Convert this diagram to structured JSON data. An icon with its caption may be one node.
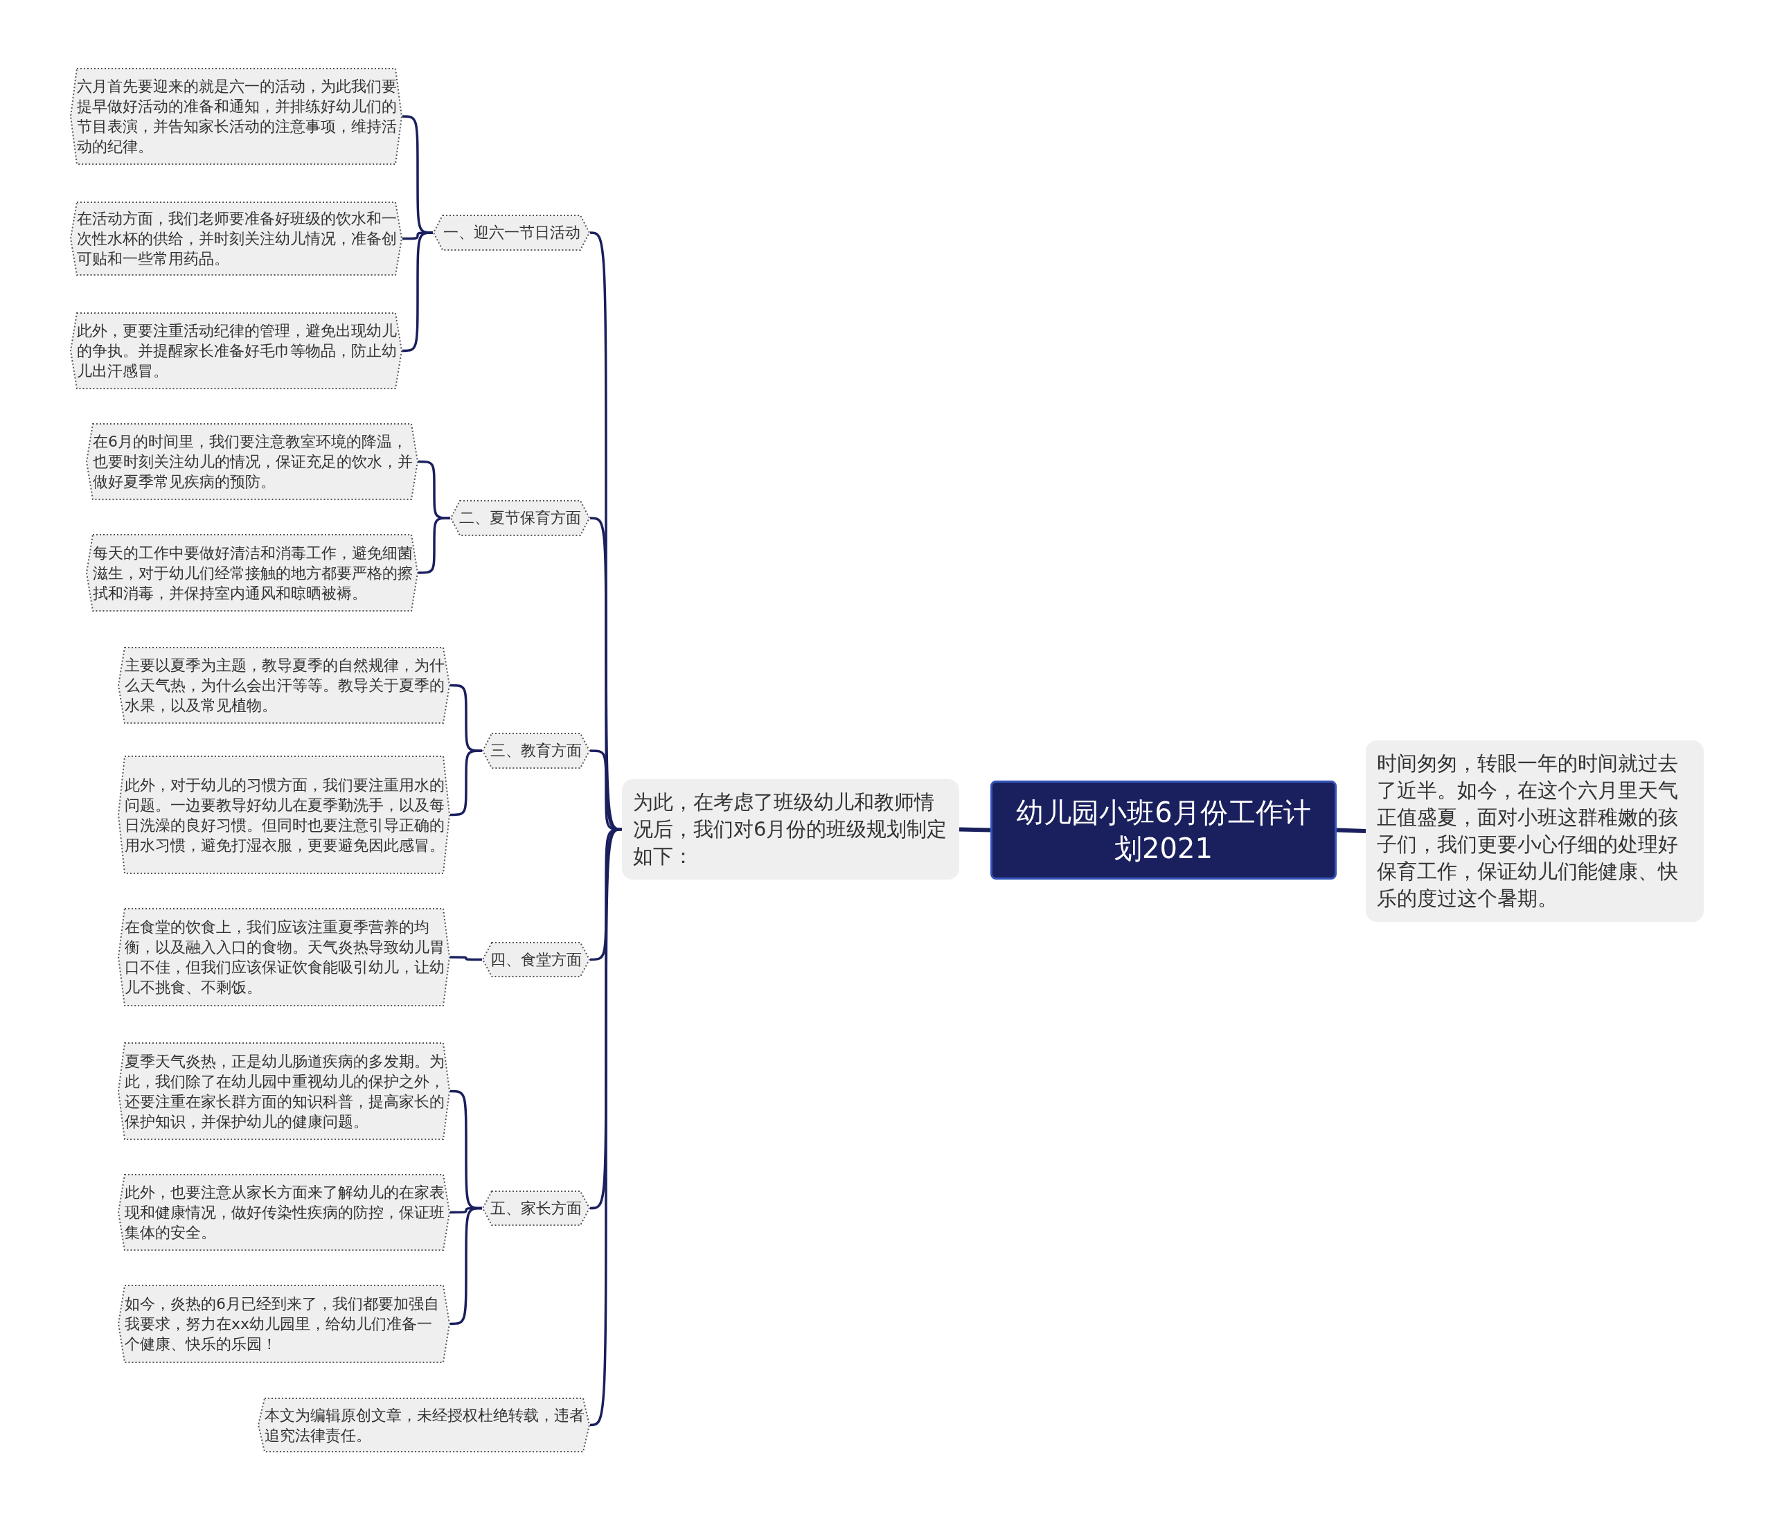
{
  "diagram": {
    "nodes": [
      {
        "text": [
          "幼儿园小班6月份工作计划2021"
        ]
      },
      {
        "text": [
          "时间匆匆，转眼一年的时间就过去了近半。如今，在这个六月里天气正值盛夏，面对小班这群稚嫩的孩子们，我们更要小心仔细的处理好保育工作，保证幼儿们能健康、快乐的度过这个暑期。"
        ]
      },
      {
        "text": [
          "为此，在考虑了班级幼儿和教师情况后，我们对6月份的班级规划制定如下："
        ]
      },
      {
        "text": [
          "一、迎六一节日活动"
        ]
      },
      {
        "text": [
          "六月首先要迎来的就是六一的活动，为此我们要提早做好活动的准备和通知，并排练好幼儿们的节目表演，并告知家长活动的注意事项，维持活动的纪律。"
        ]
      },
      {
        "text": [
          "在活动方面，我们老师要准备好班级的饮水和一次性水杯的供给，并时刻关注幼儿情况，准备创可贴和一些常用药品。"
        ]
      },
      {
        "text": [
          "此外，更要注重活动纪律的管理，避免出现幼儿的争执。并提醒家长准备好毛巾等物品，防止幼儿出汗感冒。"
        ]
      },
      {
        "text": [
          "二、夏节保育方面"
        ]
      },
      {
        "text": [
          "在6月的时间里，我们要注意教室环境的降温，也要时刻关注幼儿的情况，保证充足的饮水，并做好夏季常见疾病的预防。"
        ]
      },
      {
        "text": [
          "每天的工作中要做好清洁和消毒工作，避免细菌滋生，对于幼儿们经常接触的地方都要严格的擦拭和消毒，并保持室内通风和晾晒被褥。"
        ]
      },
      {
        "text": [
          "三、教育方面"
        ]
      },
      {
        "text": [
          "主要以夏季为主题，教导夏季的自然规律，为什么天气热，为什么会出汗等等。教导关于夏季的水果，以及常见植物。"
        ]
      },
      {
        "text": [
          "此外，对于幼儿的习惯方面，我们要注重用水的问题。一边要教导好幼儿在夏季勤洗手，以及每日洗澡的良好习惯。但同时也要注意引导正确的用水习惯，避免打湿衣服，更要避免因此感冒。"
        ]
      },
      {
        "text": [
          "四、食堂方面"
        ]
      },
      {
        "text": [
          "在食堂的饮食上，我们应该注重夏季营养的均衡，以及融入入口的食物。天气炎热导致幼儿胃口不佳，但我们应该保证饮食能吸引幼儿，让幼儿不挑食、不剩饭。"
        ]
      },
      {
        "text": [
          "五、家长方面"
        ]
      },
      {
        "text": [
          "夏季天气炎热，正是幼儿肠道疾病的多发期。为此，我们除了在幼儿园中重视幼儿的保护之外，还要注重在家长群方面的知识科普，提高家长的保护知识，并保护幼儿的健康问题。"
        ]
      },
      {
        "text": [
          "此外，也要注意从家长方面来了解幼儿的在家表现和健康情况，做好传染性疾病的防控，保证班集体的安全。"
        ]
      },
      {
        "text": [
          "如今，炎热的6月已经到来了，我们都要加强自我要求，努力在xx幼儿园里，给幼儿们准备一个健康、快乐的乐园！"
        ]
      },
      {
        "text": [
          "本文为编辑原创文章，未经授权杜绝转载，违者追究法律责任。"
        ]
      }
    ],
    "edges": [
      {
        "from": 0,
        "to": 1,
        "arrow": "none"
      },
      {
        "from": 0,
        "to": 2,
        "arrow": "none"
      },
      {
        "from": 2,
        "to": 3,
        "arrow": "none"
      },
      {
        "from": 2,
        "to": 7,
        "arrow": "none"
      },
      {
        "from": 2,
        "to": 10,
        "arrow": "none"
      },
      {
        "from": 2,
        "to": 13,
        "arrow": "none"
      },
      {
        "from": 2,
        "to": 15,
        "arrow": "none"
      },
      {
        "from": 2,
        "to": 19,
        "arrow": "none"
      },
      {
        "from": 3,
        "to": 4,
        "arrow": "none"
      },
      {
        "from": 3,
        "to": 5,
        "arrow": "none"
      },
      {
        "from": 3,
        "to": 6,
        "arrow": "none"
      },
      {
        "from": 7,
        "to": 8,
        "arrow": "none"
      },
      {
        "from": 7,
        "to": 9,
        "arrow": "none"
      },
      {
        "from": 10,
        "to": 11,
        "arrow": "none"
      },
      {
        "from": 10,
        "to": 12,
        "arrow": "none"
      },
      {
        "from": 13,
        "to": 14,
        "arrow": "none"
      },
      {
        "from": 15,
        "to": 16,
        "arrow": "none"
      },
      {
        "from": 15,
        "to": 17,
        "arrow": "none"
      },
      {
        "from": 15,
        "to": 18,
        "arrow": "none"
      }
    ]
  }
}
